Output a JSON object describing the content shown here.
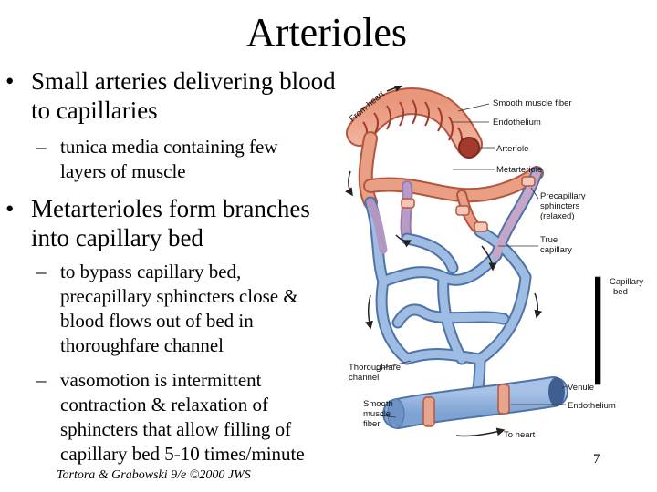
{
  "slide": {
    "title": "Arterioles",
    "bullets": [
      {
        "lines": [
          "Small arteries delivering blood",
          "to capillaries"
        ],
        "sub": [
          {
            "lines": [
              "tunica media containing few",
              "layers of muscle"
            ]
          }
        ]
      },
      {
        "lines": [
          "Metarterioles form branches",
          "into capillary bed"
        ],
        "sub": [
          {
            "lines": [
              "to bypass capillary bed,",
              "precapillary sphincters close &",
              "blood flows out of bed in",
              "thoroughfare channel"
            ]
          },
          {
            "lines": [
              "vasomotion is intermittent",
              "contraction & relaxation of",
              "sphincters that allow filling of",
              "capillary bed 5-10 times/minute"
            ]
          }
        ]
      }
    ],
    "footer": "Tortora & Grabowski 9/e ©2000 JWS",
    "page_number": "7"
  },
  "diagram": {
    "labels": {
      "from_heart": "From heart",
      "smooth_muscle_fiber_top": "Smooth muscle fiber",
      "endothelium_top": "Endothelium",
      "arteriole": "Arteriole",
      "metarteriole": "Metarteriole",
      "precap_line1": "Precapillary",
      "precap_line2": "sphincters",
      "precap_line3": "(relaxed)",
      "true_cap_line1": "True",
      "true_cap_line2": "capillary",
      "cap_bed_line1": "Capillary",
      "cap_bed_line2": "bed",
      "thoroughfare_line1": "Thoroughfare",
      "thoroughfare_line2": "channel",
      "venule": "Venule",
      "endothelium_bottom": "Endothelium",
      "smooth_line1": "Smooth",
      "smooth_line2": "muscle",
      "smooth_line3": "fiber",
      "to_heart": "To heart"
    },
    "colors": {
      "arterial": "#e79b7f",
      "arterial_outline": "#b4563f",
      "arteriole_dark": "#a33a2d",
      "mixed": "#a98ab8",
      "venous": "#92b4dd",
      "venous_outline": "#4e73a8",
      "sphincter": "#f2c9b9"
    }
  }
}
